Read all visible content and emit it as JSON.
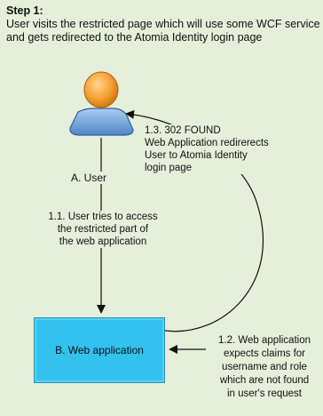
{
  "header": {
    "step_title": "Step 1:",
    "step_description": "User visits the restricted page which will use some WCF service and gets redirected to the Atomia Identity login page"
  },
  "nodes": {
    "user_label": "A. User",
    "web_app_label": "B. Web application"
  },
  "edges": {
    "e_1_1": "1.1. User tries to access the restricted part of the web application",
    "e_1_2": "1.2. Web application expects claims for username and role which are not found in user's request",
    "e_1_3": "1.3. 302 FOUND Web Application redirerects User to Atomia Identity login page"
  },
  "edge_lines": {
    "e_1_1": [
      "1.1. User tries to access",
      "the restricted part of",
      "the web application"
    ],
    "e_1_2": [
      "1.2. Web application",
      "expects claims for",
      "username and role",
      "which are not found",
      "in user's request"
    ],
    "e_1_3": [
      "1.3. 302 FOUND",
      "Web Application redirerects",
      "User to Atomia Identity",
      "login page"
    ]
  },
  "colors": {
    "background": "#e6efd9",
    "web_app_fill": "#33c1ee",
    "user_head": "#f5a236",
    "user_body": "#6f9fd6"
  }
}
